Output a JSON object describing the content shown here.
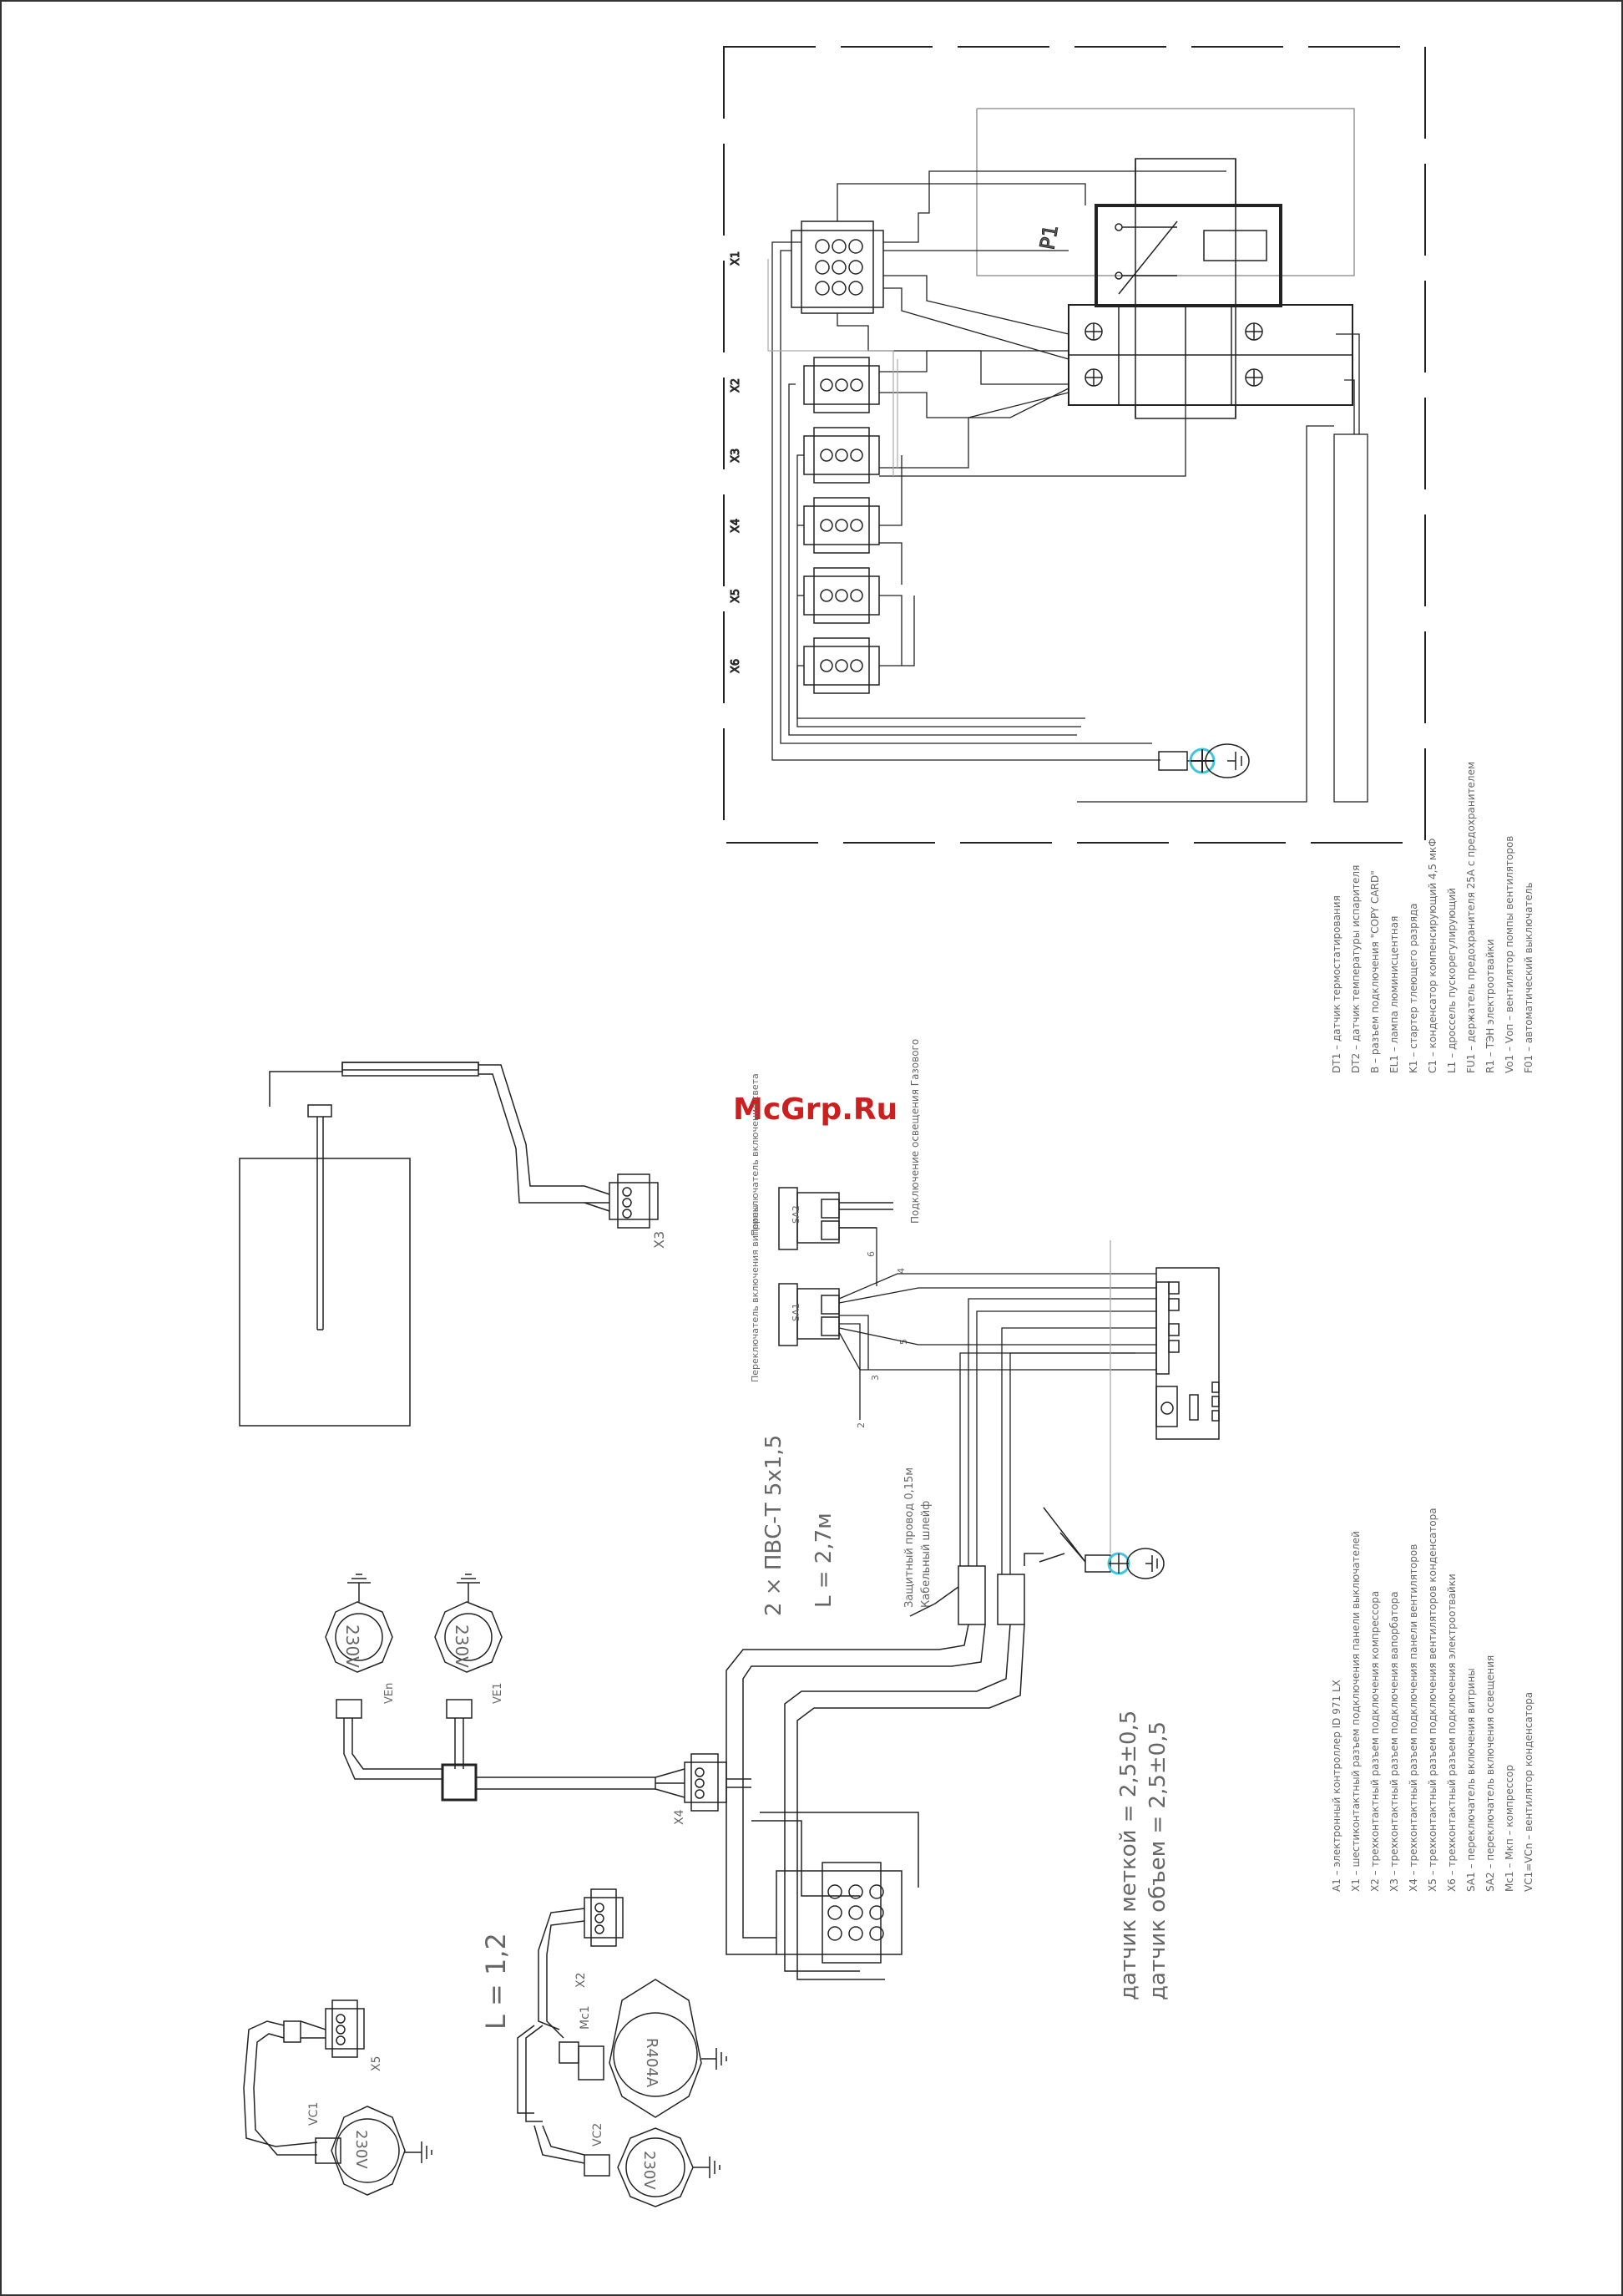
{
  "watermark": "McGrp.Ru",
  "cabinet": {
    "relay_label": "P1",
    "connector_labels": [
      "X1",
      "X2",
      "X3",
      "X4",
      "X5",
      "X6"
    ]
  },
  "legend_top": [
    "DT1 – датчик термостатирования",
    "DT2 – датчик температуры испарителя",
    "B – разъем подключения \"COPY CARD\"",
    "EL1 – лампа люминисцентная",
    "K1 – стартер тлеющего разряда",
    "C1 – конденсатор компенсирующий 4,5 мкФ",
    "L1 – дроссель пускорегулирующий",
    "FU1 – держатель предохранителя 25А с предохранителем",
    "R1 – ТЭН электроотвайки",
    "Vo1 – Vоп – вентилятор помпы вентиляторов",
    "F01 – автоматический выключатель"
  ],
  "legend_bottom": [
    "A1 – электронный контроллер ID 971 LX",
    "X1 – шестиконтактный разъем подключения панели выключателей",
    "X2 – трехконтактный разъем подключения компрессора",
    "X3 – трехконтактный разъем подключения вапорбатора",
    "X4 – трехконтактный разъем подключения панели вентиляторов",
    "X5 – трехконтактный разъем подключения вентиляторов конденсатора",
    "X6 – трехконтактный разъем подключения электроотвайки",
    "SA1 – переключатель включения витрины",
    "SA2 – переключатель включения освещения",
    "Mc1 – Мкп – компрессор",
    "VC1=VCn – вентилятор конденсатора"
  ],
  "notes": {
    "cable": "2 × ПВС-Т 5х1,5",
    "cable_length": "L = 2,7м",
    "protective_wire": "Защитный провод 0,15м",
    "cable_tie": "Кабельный шлейф",
    "sensor_length": "L = 1,2",
    "sensor_dt1": "датчик меткой = 2,5±0,5",
    "sensor_dt2": "датчик объем = 2,5±0,5"
  },
  "switches": {
    "sa1_label": "SA1",
    "sa2_label": "SA2",
    "sa1_caption": "Переключатель включения витрины",
    "sa2_caption": "Переключатель включения света",
    "light_caption": "Подключение освещения Газового",
    "wire_numbers": [
      "2",
      "3",
      "4",
      "5",
      "6"
    ]
  },
  "components": {
    "x3": "X3",
    "x4": "X4",
    "x2": "X2",
    "x5": "X5",
    "ve_n": "VEn",
    "ve_1": "VE1",
    "mc1": "Mc1",
    "vc1": "VC1",
    "vc2": "VC2",
    "compressor_rating": "R404A",
    "voltage": "230V"
  }
}
